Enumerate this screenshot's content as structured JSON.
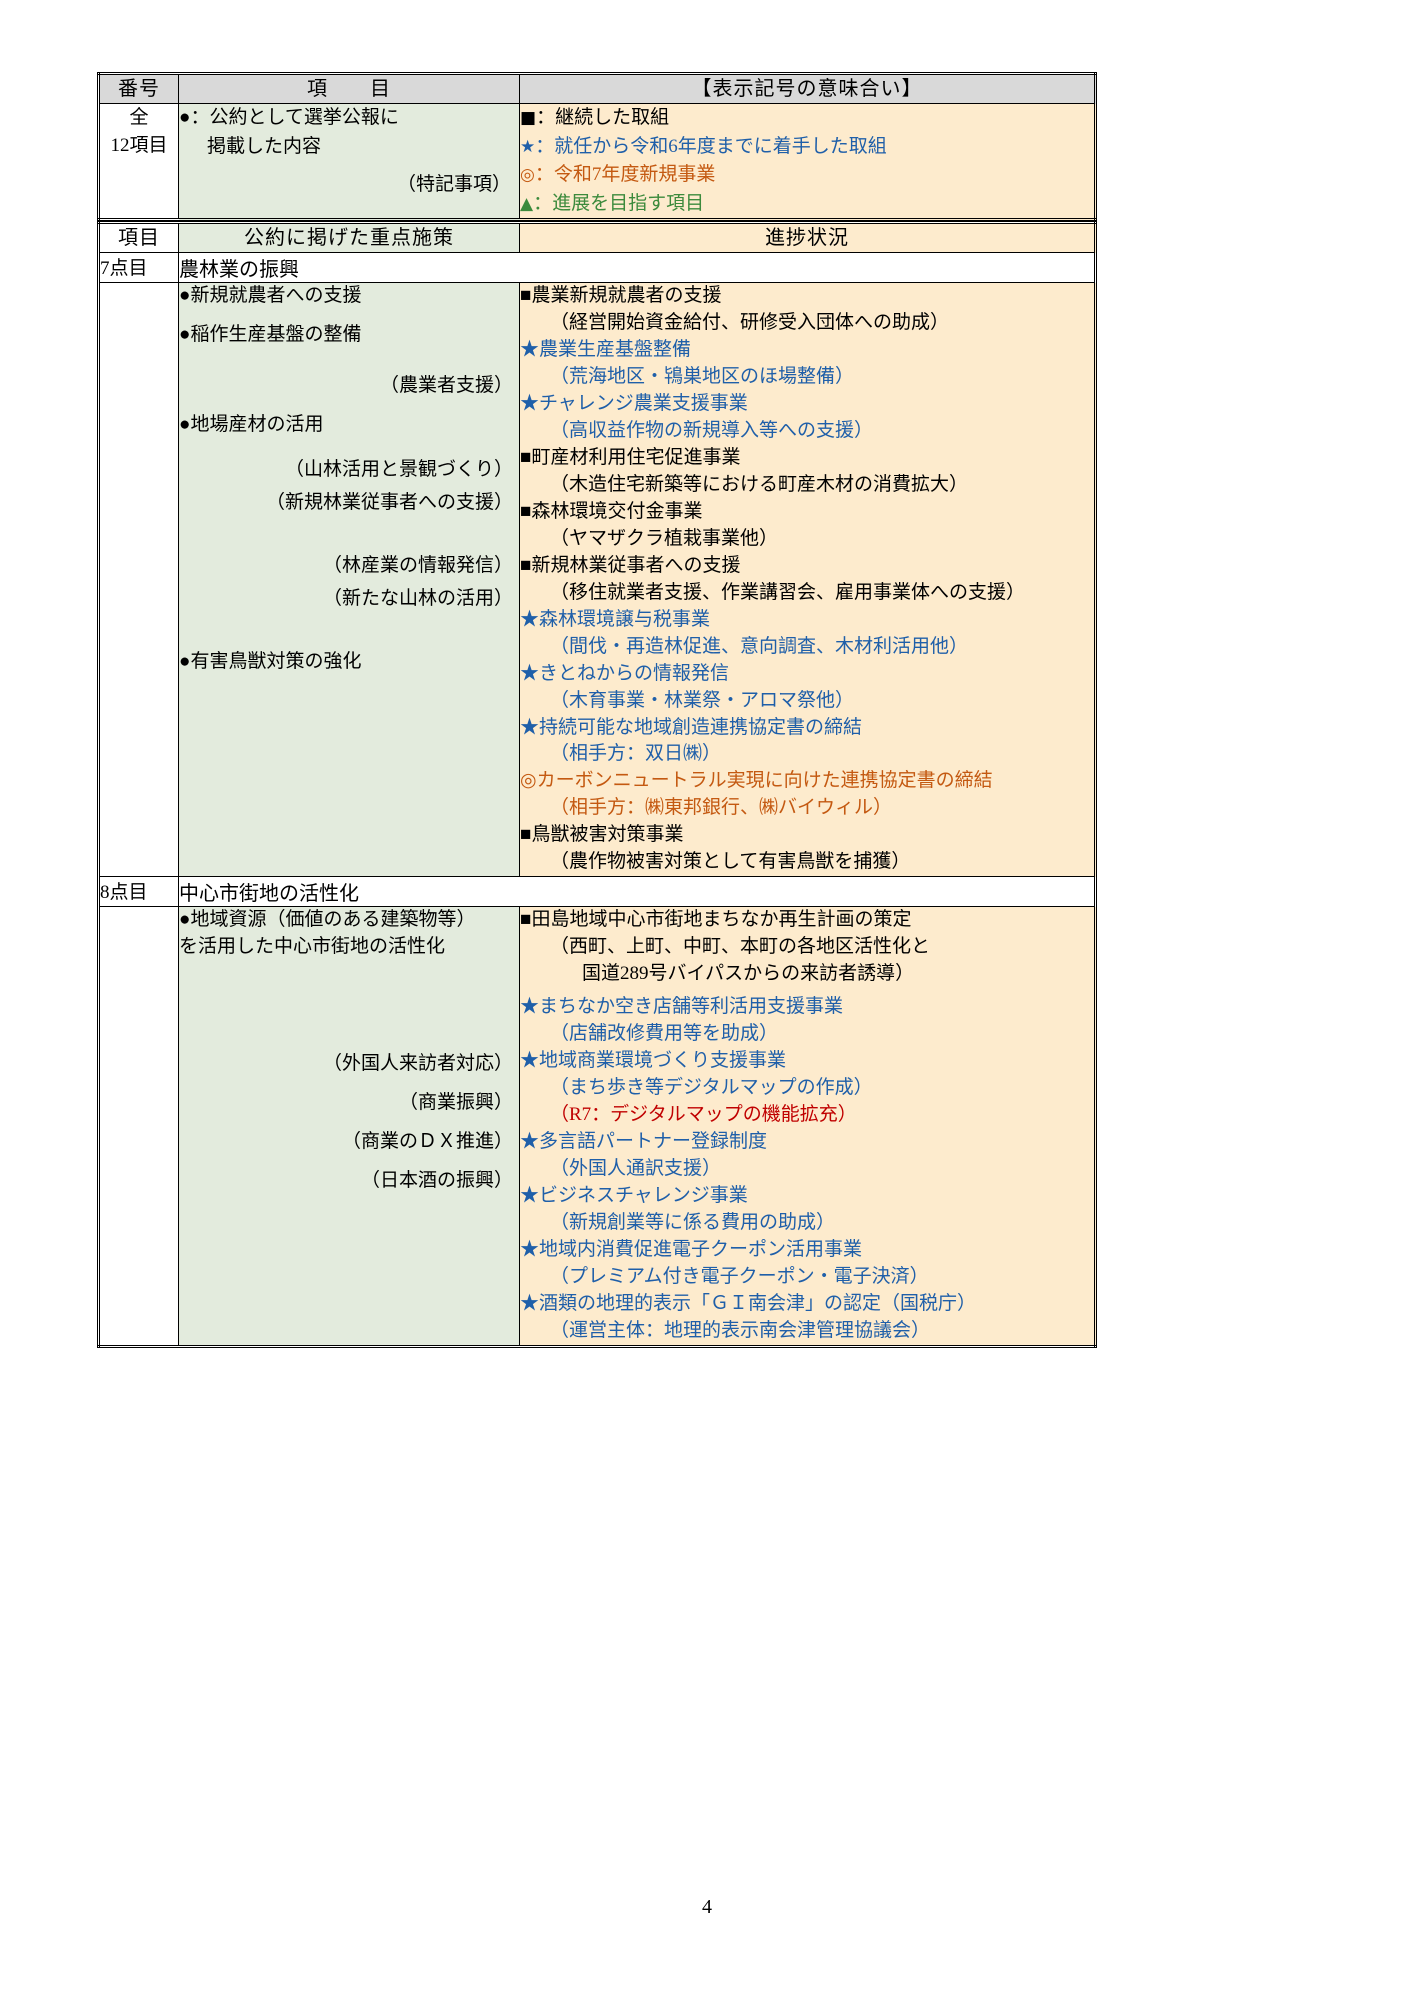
{
  "legend": {
    "headers": {
      "number": "番号",
      "item": "項　　目",
      "meaning": "【表示記号の意味合い】"
    },
    "row": {
      "number_line1": "全",
      "number_line2": "12項目",
      "item_line1": "●：公約として選挙公報に",
      "item_line2": "掲載した内容",
      "item_line3": "（特記事項）",
      "meanings": [
        {
          "symbol": "■",
          "text": "：継続した取組",
          "color": "black"
        },
        {
          "symbol": "★",
          "text": "：就任から令和6年度までに着手した取組",
          "color": "blue"
        },
        {
          "symbol": "◎",
          "text": "：令和7年度新規事業",
          "color": "orange"
        },
        {
          "symbol": "▲",
          "text": "：進展を目指す項目",
          "color": "green"
        }
      ]
    }
  },
  "main": {
    "headers": {
      "item": "項目",
      "policy": "公約に掲げた重点施策",
      "progress": "進捗状況"
    },
    "sections": [
      {
        "number": "7点目",
        "title": "農林業の振興",
        "policy_lines": [
          {
            "text": "●新規就農者への支援",
            "align": "left",
            "color": "black"
          },
          {
            "text": "",
            "align": "gap",
            "color": "black"
          },
          {
            "text": "●稲作生産基盤の整備",
            "align": "left",
            "color": "black"
          },
          {
            "text": "",
            "align": "gap",
            "color": "black"
          },
          {
            "text": "",
            "align": "gap",
            "color": "black"
          },
          {
            "text": "（農業者支援）",
            "align": "right",
            "color": "black"
          },
          {
            "text": "",
            "align": "gap",
            "color": "black"
          },
          {
            "text": "●地場産材の活用",
            "align": "left",
            "color": "black"
          },
          {
            "text": "",
            "align": "gap",
            "color": "black"
          },
          {
            "text": "",
            "align": "gap",
            "color": "black"
          },
          {
            "text": "（山林活用と景観づくり）",
            "align": "right",
            "color": "black"
          },
          {
            "text": "",
            "align": "gap",
            "color": "black"
          },
          {
            "text": "（新規林業従事者への支援）",
            "align": "right",
            "color": "black"
          },
          {
            "text": "",
            "align": "gap",
            "color": "black"
          },
          {
            "text": "",
            "align": "gap",
            "color": "black"
          },
          {
            "text": "",
            "align": "gap",
            "color": "black"
          },
          {
            "text": "（林産業の情報発信）",
            "align": "right",
            "color": "black"
          },
          {
            "text": "",
            "align": "gap",
            "color": "black"
          },
          {
            "text": "（新たな山林の活用）",
            "align": "right",
            "color": "black"
          },
          {
            "text": "",
            "align": "gap",
            "color": "black"
          },
          {
            "text": "",
            "align": "gap",
            "color": "black"
          },
          {
            "text": "",
            "align": "gap",
            "color": "black"
          },
          {
            "text": "●有害鳥獣対策の強化",
            "align": "left",
            "color": "black"
          }
        ],
        "progress_lines": [
          {
            "text": "■農業新規就農者の支援",
            "indent": false,
            "color": "black"
          },
          {
            "text": "（経営開始資金給付、研修受入団体への助成）",
            "indent": true,
            "color": "black"
          },
          {
            "text": "★農業生産基盤整備",
            "indent": false,
            "color": "blue"
          },
          {
            "text": "（荒海地区・鴇巣地区のほ場整備）",
            "indent": true,
            "color": "blue"
          },
          {
            "text": "★チャレンジ農業支援事業",
            "indent": false,
            "color": "blue"
          },
          {
            "text": "（高収益作物の新規導入等への支援）",
            "indent": true,
            "color": "blue"
          },
          {
            "text": "■町産材利用住宅促進事業",
            "indent": false,
            "color": "black"
          },
          {
            "text": "（木造住宅新築等における町産木材の消費拡大）",
            "indent": true,
            "color": "black"
          },
          {
            "text": "■森林環境交付金事業",
            "indent": false,
            "color": "black"
          },
          {
            "text": "（ヤマザクラ植栽事業他）",
            "indent": true,
            "color": "black"
          },
          {
            "text": "■新規林業従事者への支援",
            "indent": false,
            "color": "black"
          },
          {
            "text": "（移住就業者支援、作業講習会、雇用事業体への支援）",
            "indent": true,
            "color": "black"
          },
          {
            "text": "★森林環境譲与税事業",
            "indent": false,
            "color": "blue"
          },
          {
            "text": "（間伐・再造林促進、意向調査、木材利活用他）",
            "indent": true,
            "color": "blue"
          },
          {
            "text": "★きとねからの情報発信",
            "indent": false,
            "color": "blue"
          },
          {
            "text": "（木育事業・林業祭・アロマ祭他）",
            "indent": true,
            "color": "blue"
          },
          {
            "text": "★持続可能な地域創造連携協定書の締結",
            "indent": false,
            "color": "blue"
          },
          {
            "text": "（相手方：双日㈱）",
            "indent": true,
            "color": "blue"
          },
          {
            "text": "◎カーボンニュートラル実現に向けた連携協定書の締結",
            "indent": false,
            "color": "orange"
          },
          {
            "text": "（相手方：㈱東邦銀行、㈱バイウィル）",
            "indent": true,
            "color": "orange"
          },
          {
            "text": "■鳥獣被害対策事業",
            "indent": false,
            "color": "black"
          },
          {
            "text": "（農作物被害対策として有害鳥獣を捕獲）",
            "indent": true,
            "color": "black"
          }
        ]
      },
      {
        "number": "8点目",
        "title": "中心市街地の活性化",
        "policy_lines": [
          {
            "text": "●地域資源（価値のある建築物等）",
            "align": "left",
            "color": "black"
          },
          {
            "text": "を活用した中心市街地の活性化",
            "align": "left2",
            "color": "black"
          },
          {
            "text": "",
            "align": "gap",
            "color": "black"
          },
          {
            "text": "",
            "align": "gap",
            "color": "black"
          },
          {
            "text": "",
            "align": "gap",
            "color": "black"
          },
          {
            "text": "",
            "align": "gap",
            "color": "black"
          },
          {
            "text": "",
            "align": "gap",
            "color": "black"
          },
          {
            "text": "",
            "align": "gap",
            "color": "black"
          },
          {
            "text": "",
            "align": "gap",
            "color": "black"
          },
          {
            "text": "（外国人来訪者対応）",
            "align": "right",
            "color": "black"
          },
          {
            "text": "",
            "align": "gap",
            "color": "black"
          },
          {
            "text": "（商業振興）",
            "align": "right",
            "color": "black"
          },
          {
            "text": "",
            "align": "gap",
            "color": "black"
          },
          {
            "text": "（商業のＤＸ推進）",
            "align": "right",
            "color": "black"
          },
          {
            "text": "",
            "align": "gap",
            "color": "black"
          },
          {
            "text": "（日本酒の振興）",
            "align": "right",
            "color": "black"
          }
        ],
        "progress_lines": [
          {
            "text": "■田島地域中心市街地まちなか再生計画の策定",
            "indent": false,
            "color": "black"
          },
          {
            "text": "（西町、上町、中町、本町の各地区活性化と",
            "indent": true,
            "color": "black"
          },
          {
            "text": "国道289号バイパスからの来訪者誘導）",
            "indent": true,
            "extra": true,
            "color": "black"
          },
          {
            "text": "★まちなか空き店舗等利活用支援事業",
            "indent": false,
            "color": "blue"
          },
          {
            "text": "（店舗改修費用等を助成）",
            "indent": true,
            "color": "blue"
          },
          {
            "text": "★地域商業環境づくり支援事業",
            "indent": false,
            "color": "blue"
          },
          {
            "text": "（まち歩き等デジタルマップの作成）",
            "indent": true,
            "color": "blue"
          },
          {
            "text": "（R7：デジタルマップの機能拡充）",
            "indent": true,
            "color": "red"
          },
          {
            "text": "★多言語パートナー登録制度",
            "indent": false,
            "color": "blue"
          },
          {
            "text": "（外国人通訳支援）",
            "indent": true,
            "color": "blue"
          },
          {
            "text": "★ビジネスチャレンジ事業",
            "indent": false,
            "color": "blue"
          },
          {
            "text": "（新規創業等に係る費用の助成）",
            "indent": true,
            "color": "blue"
          },
          {
            "text": "★地域内消費促進電子クーポン活用事業",
            "indent": false,
            "color": "blue"
          },
          {
            "text": "（プレミアム付き電子クーポン・電子決済）",
            "indent": true,
            "color": "blue"
          },
          {
            "text": "★酒類の地理的表示「ＧＩ南会津」の認定（国税庁）",
            "indent": false,
            "color": "blue"
          },
          {
            "text": "（運営主体：地理的表示南会津管理協議会）",
            "indent": true,
            "color": "blue"
          }
        ]
      }
    ]
  },
  "footer": {
    "page_number": "4"
  }
}
